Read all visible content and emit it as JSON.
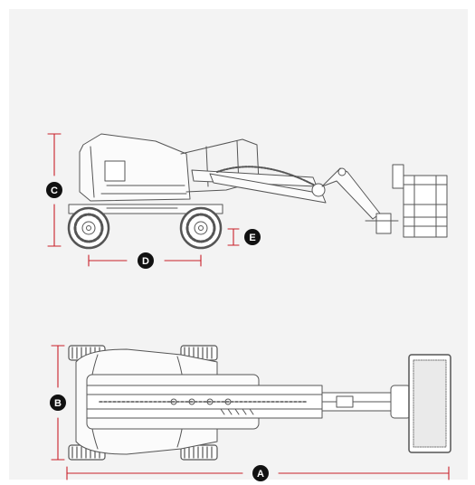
{
  "colors": {
    "background": "#f3f3f3",
    "dimension_line": "#c8202a",
    "badge": "#111111",
    "machine_line": "#555555"
  },
  "labels": {
    "A": "A",
    "B": "B",
    "C": "C",
    "D": "D",
    "E": "E"
  }
}
